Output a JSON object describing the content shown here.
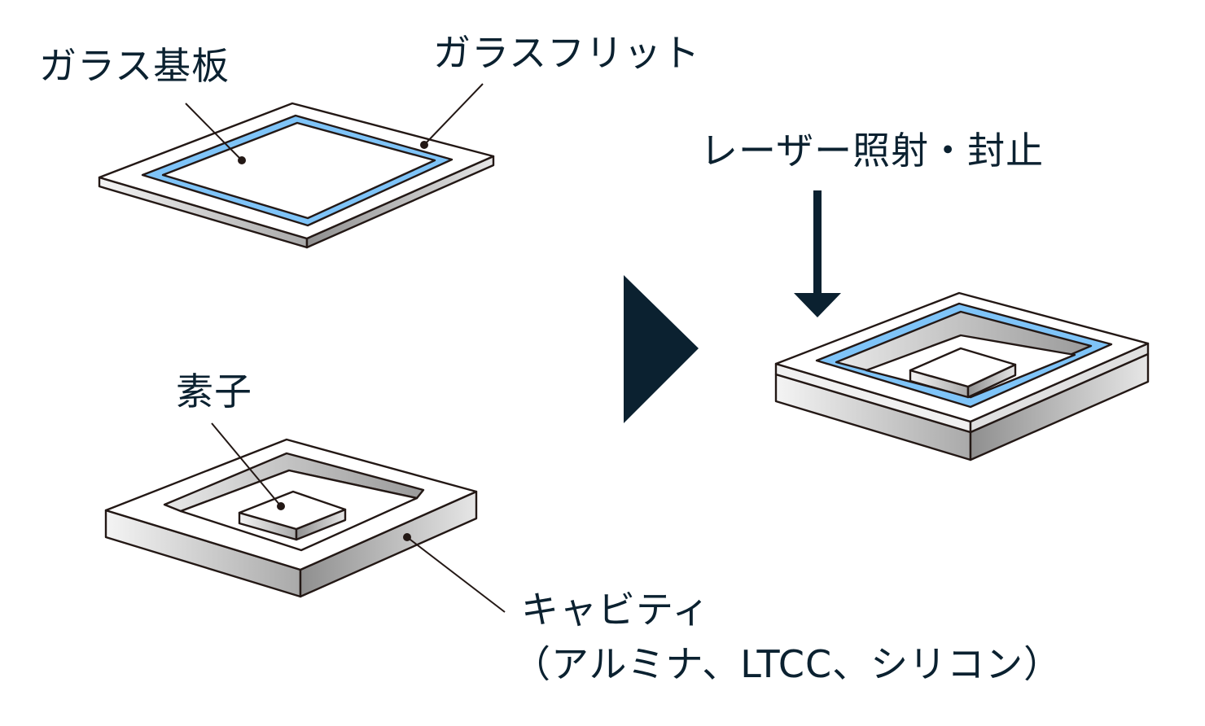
{
  "labels": {
    "glass_substrate": "ガラス基板",
    "glass_frit": "ガラスフリット",
    "laser": "レーザー照射・封止",
    "element": "素子",
    "cavity": "キャビティ",
    "cavity_materials": "（アルミナ、LTCC、シリコン）"
  },
  "colors": {
    "frit": "#7fc4f8",
    "dark": "#0b2130",
    "line": "#231815"
  }
}
